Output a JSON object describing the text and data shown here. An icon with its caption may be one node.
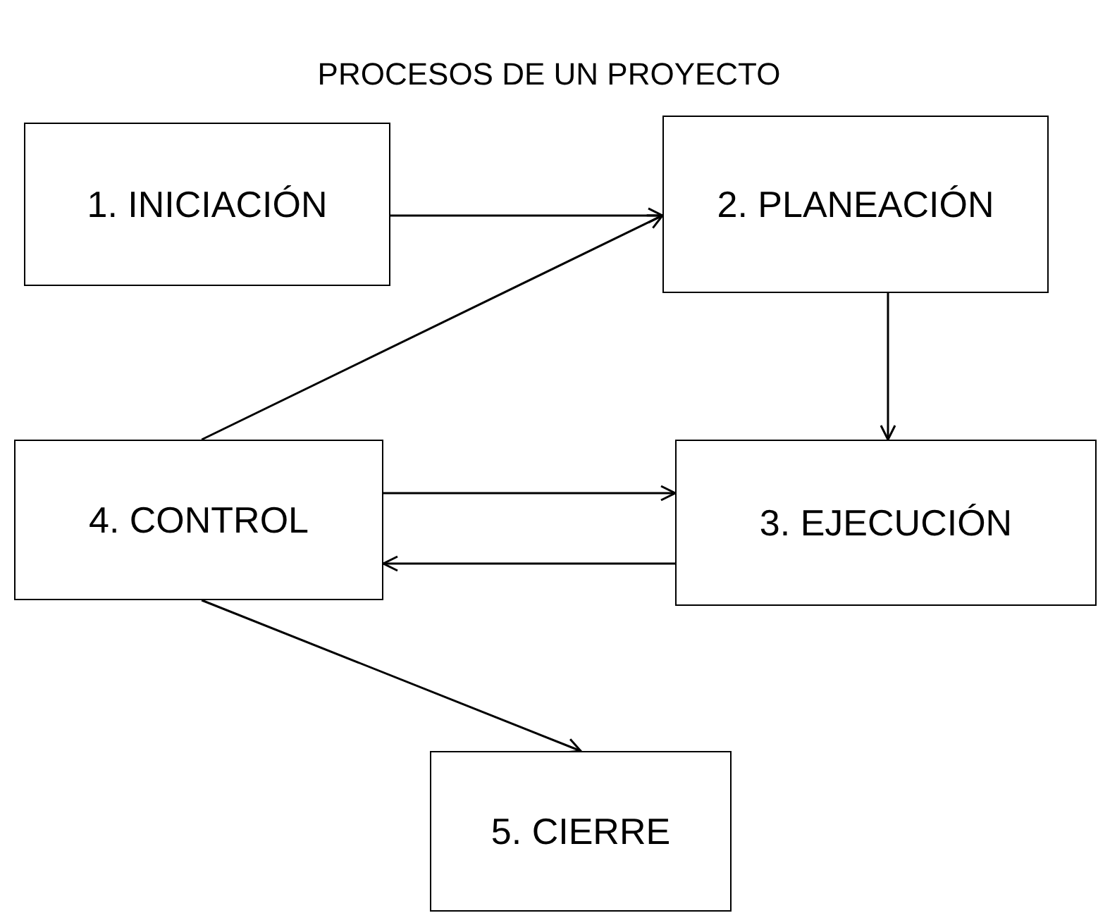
{
  "diagram": {
    "title": "PROCESOS DE UN PROYECTO",
    "nodes": [
      {
        "text": [
          "1. INICIACIÓN"
        ]
      },
      {
        "text": [
          "2. PLANEACIÓN"
        ]
      },
      {
        "text": [
          "3. EJECUCIÓN"
        ]
      },
      {
        "text": [
          "4. CONTROL"
        ]
      },
      {
        "text": [
          "5. CIERRE"
        ]
      }
    ],
    "edges": [
      {
        "from": 0,
        "to": 1,
        "arrow": "to"
      },
      {
        "from": 3,
        "to": 1,
        "arrow": "to"
      },
      {
        "from": 1,
        "to": 2,
        "arrow": "to"
      },
      {
        "from": 3,
        "to": 2,
        "arrow": "to"
      },
      {
        "from": 2,
        "to": 3,
        "arrow": "to"
      },
      {
        "from": 3,
        "to": 4,
        "arrow": "to"
      }
    ]
  }
}
